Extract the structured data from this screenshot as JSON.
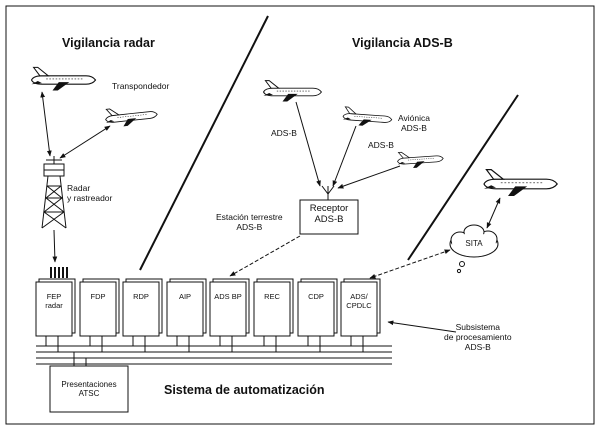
{
  "title_radar": "Vigilancia radar",
  "title_adsb": "Vigilancia ADS-B",
  "transponder": "Transpondedor",
  "radar": [
    "Radar",
    "y rastreador"
  ],
  "adsb_label_left": "ADS-B",
  "adsb_label_mid": "ADS-B",
  "avionica": [
    "Aviónica",
    "ADS-B"
  ],
  "ground_station": [
    "Estación terrestre",
    "ADS-B"
  ],
  "receiver": [
    "Receptor",
    "ADS-B"
  ],
  "sita": "SITA",
  "modules": [
    {
      "line1": "FEP",
      "line2": "radar"
    },
    {
      "line1": "FDP",
      "line2": ""
    },
    {
      "line1": "RDP",
      "line2": ""
    },
    {
      "line1": "AIP",
      "line2": ""
    },
    {
      "line1": "ADS BP",
      "line2": ""
    },
    {
      "line1": "REC",
      "line2": ""
    },
    {
      "line1": "CDP",
      "line2": ""
    },
    {
      "line1": "ADS/",
      "line2": "CPDLC"
    }
  ],
  "display_box": [
    "Presentaciones",
    "ATSC"
  ],
  "automation_system": "Sistema de automatización",
  "subsystem": [
    "Subsistema",
    "de procesamiento",
    "ADS-B"
  ]
}
